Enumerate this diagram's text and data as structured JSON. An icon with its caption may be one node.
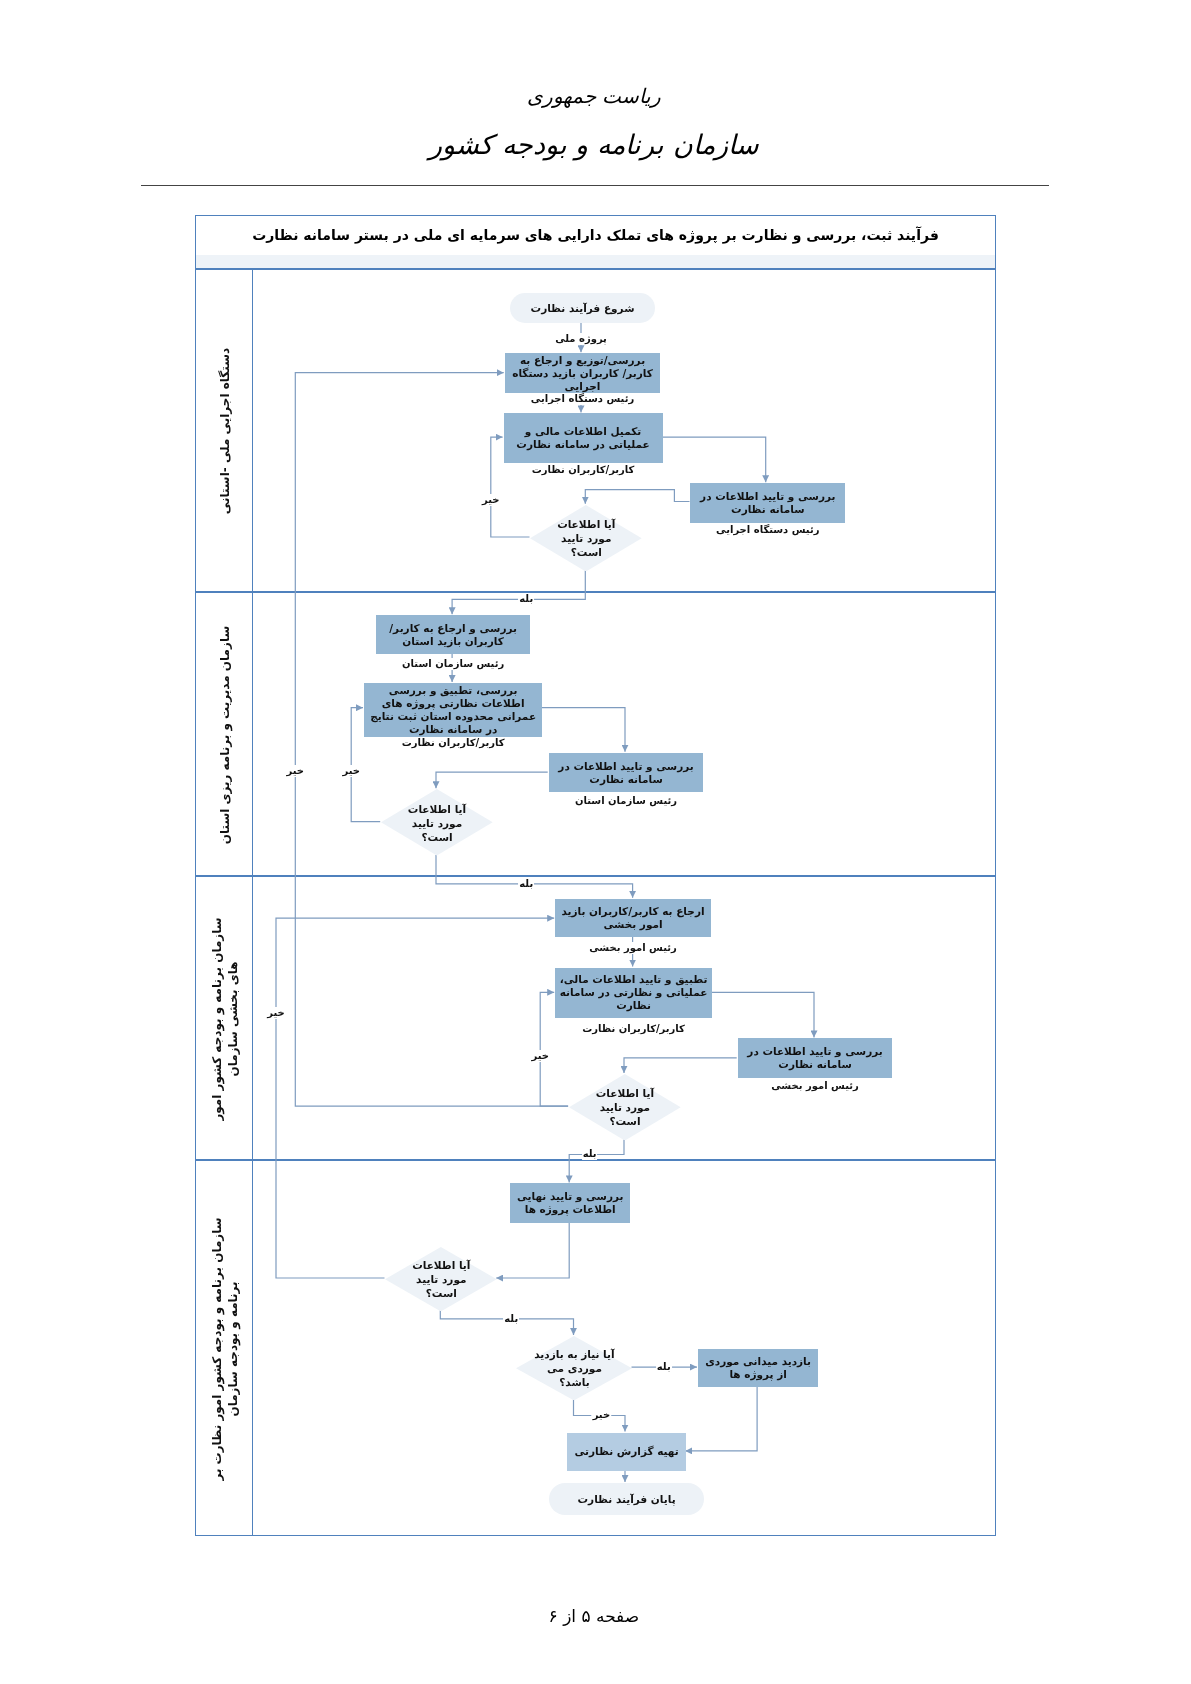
{
  "diagram": {
    "title": "فرآیند ثبت، بررسی و نظارت بر پروژه های تملک دارایی های سرمایه ای ملی در بستر سامانه نظارت",
    "nodes": [
      {
        "text": [
          "دستگاه اجرایی ملی -استانی"
        ]
      },
      {
        "text": [
          "شروع فرآیند نظارت"
        ],
        "in": 0
      },
      {
        "text": [
          "بررسی/توزیع و ارجاع به کاربر/ کاربران بازید دستگاه اجرایی"
        ],
        "in": 0,
        "beside": [
          "رئیس دستگاه اجرایی"
        ]
      },
      {
        "text": [
          "تکمیل اطلاعات مالی و عملیاتی در سامانه نظارت"
        ],
        "in": 0,
        "beside": [
          "کاربر/کاربران نظارت"
        ]
      },
      {
        "text": [
          "بررسی و تایید اطلاعات در سامانه نظارت"
        ],
        "in": 0,
        "beside": [
          "رئیس دستگاه اجرایی"
        ]
      },
      {
        "text": [
          "آیا اطلاعات مورد تایید است؟"
        ],
        "in": 0
      },
      {
        "text": [
          "سازمان مدیریت و برنامه ریزی استان"
        ]
      },
      {
        "text": [
          "بررسی و ارجاع به کاربر/کاربران بازید استان"
        ],
        "in": 6,
        "beside": [
          "رئیس سازمان استان"
        ]
      },
      {
        "text": [
          "بررسی، تطبیق و بررسی اطلاعات نظارتی پروژه های عمرانی محدوده استان ثبت نتایج در سامانه نظارت"
        ],
        "in": 6,
        "beside": [
          "کاربر/کاربران نظارت"
        ]
      },
      {
        "text": [
          "بررسی و تایید اطلاعات در سامانه نظارت"
        ],
        "in": 6,
        "beside": [
          "رئیس سازمان استان"
        ]
      },
      {
        "text": [
          "آیا اطلاعات مورد تایید است؟"
        ],
        "in": 6
      },
      {
        "text": [
          "سازمان برنامه و بودجه کشور امور های بخشی سازمان"
        ]
      },
      {
        "text": [
          "ارجاع به کاربر/کاربران بازید امور بخشی"
        ],
        "in": 11,
        "beside": [
          "رئیس امور بخشی"
        ]
      },
      {
        "text": [
          "تطبیق و تایید اطلاعات مالی، عملیاتی و نظارتی در سامانه نظارت"
        ],
        "in": 11,
        "beside": [
          "کاربر/کاربران نظارت"
        ]
      },
      {
        "text": [
          "بررسی و تایید اطلاعات در سامانه نظارت"
        ],
        "in": 11,
        "beside": [
          "رئیس امور بخشی"
        ]
      },
      {
        "text": [
          "آیا اطلاعات مورد تایید است؟"
        ],
        "in": 11
      },
      {
        "text": [
          "سازمان برنامه و بودجه کشور امور نظارت بر برنامه و بودجه سازمان"
        ]
      },
      {
        "text": [
          "بررسی و تایید نهایی اطلاعات پروژه ها"
        ],
        "in": 16
      },
      {
        "text": [
          "آیا اطلاعات مورد تایید است؟"
        ],
        "in": 16
      },
      {
        "text": [
          "آیا نیاز به بازدید موردی می باشد؟"
        ],
        "in": 16
      },
      {
        "text": [
          "بازدید میدانی موردی از پروژه ها"
        ],
        "in": 16
      },
      {
        "text": [
          "تهیه گزارش نظارتی"
        ],
        "in": 16
      },
      {
        "text": [
          "پایان فرآیند نظارت"
        ],
        "in": 16
      }
    ],
    "edges": [
      {
        "from": 1,
        "to": 2,
        "arrow": "to",
        "label": "پروژه ملی"
      },
      {
        "from": 2,
        "to": 3,
        "arrow": "to"
      },
      {
        "from": 3,
        "to": 4,
        "arrow": "to"
      },
      {
        "from": 4,
        "to": 5,
        "arrow": "to"
      },
      {
        "from": 5,
        "to": 3,
        "arrow": "to",
        "label": "خیر"
      },
      {
        "from": 5,
        "to": 7,
        "arrow": "to",
        "label": "بله"
      },
      {
        "from": 7,
        "to": 8,
        "arrow": "to"
      },
      {
        "from": 8,
        "to": 9,
        "arrow": "to"
      },
      {
        "from": 9,
        "to": 10,
        "arrow": "to"
      },
      {
        "from": 10,
        "to": 8,
        "arrow": "to",
        "label": "خیر"
      },
      {
        "from": 10,
        "to": 12,
        "arrow": "to",
        "label": "بله"
      },
      {
        "from": 12,
        "to": 13,
        "arrow": "to"
      },
      {
        "from": 13,
        "to": 14,
        "arrow": "to"
      },
      {
        "from": 14,
        "to": 15,
        "arrow": "to"
      },
      {
        "from": 15,
        "to": 13,
        "arrow": "to",
        "label": "خیر"
      },
      {
        "from": 15,
        "to": 2,
        "arrow": "to",
        "label": "خیر"
      },
      {
        "from": 15,
        "to": 17,
        "arrow": "to",
        "label": "بله"
      },
      {
        "from": 17,
        "to": 18,
        "arrow": "to"
      },
      {
        "from": 18,
        "to": 12,
        "arrow": "to",
        "label": "خیر"
      },
      {
        "from": 18,
        "to": 19,
        "arrow": "to",
        "label": "بله"
      },
      {
        "from": 19,
        "to": 20,
        "arrow": "to",
        "label": "بله"
      },
      {
        "from": 19,
        "to": 21,
        "arrow": "to",
        "label": "خیر"
      },
      {
        "from": 20,
        "to": 21,
        "arrow": "to"
      },
      {
        "from": 21,
        "to": 22,
        "arrow": "to"
      }
    ],
    "labels": [
      "ریاست جمهوری",
      "سازمان برنامه و بودجه کشور",
      "صفحه ۵ از ۶"
    ]
  }
}
